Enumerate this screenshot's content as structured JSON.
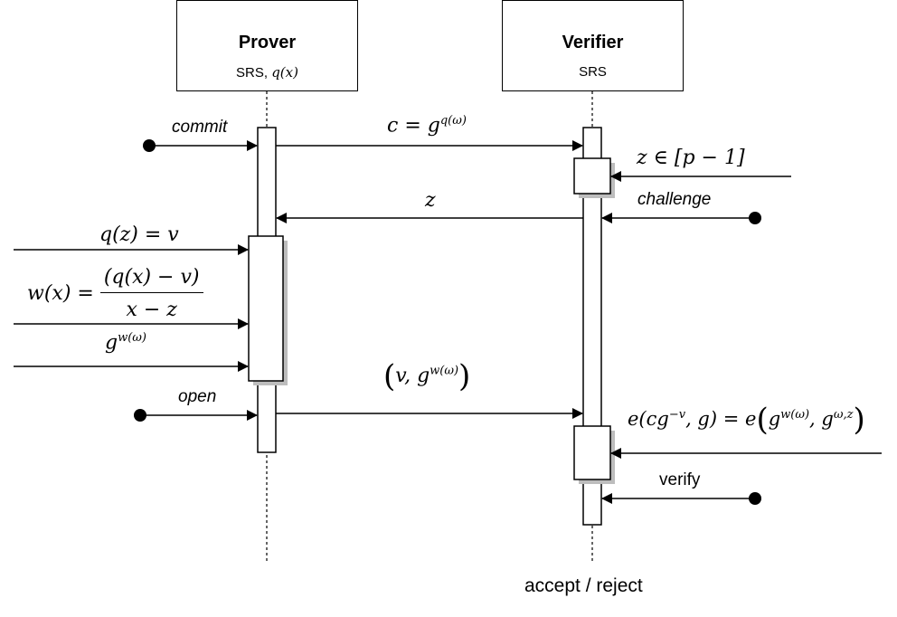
{
  "prover": {
    "title": "Prover",
    "subtitle_text": "SRS, ",
    "subtitle_math": "q(x)"
  },
  "verifier": {
    "title": "Verifier",
    "subtitle": "SRS"
  },
  "messages": {
    "commit_label": "commit",
    "c_lhs": "c = g",
    "c_exp": "q(ω)",
    "z_range": "z ∈ [p − 1]",
    "challenge_label": "challenge",
    "z_msg": "z",
    "qz": "q(z) = v",
    "w_lhs": "w(x) = ",
    "w_num": "(q(x) − v)",
    "w_den": "x − z",
    "gw_base": "g",
    "gw_exp": "w(ω)",
    "open_label": "open",
    "proof_v": "v, g",
    "proof_exp": "w(ω)",
    "pairing_left": "e(cg",
    "pairing_left_exp": "−v",
    "pairing_mid": ", g) = e",
    "pairing_g1": "g",
    "pairing_g1_exp": "w(ω)",
    "pairing_g2": ", g",
    "pairing_g2_exp": "ω,z",
    "verify_label": "verify",
    "outcome": "accept / reject"
  }
}
